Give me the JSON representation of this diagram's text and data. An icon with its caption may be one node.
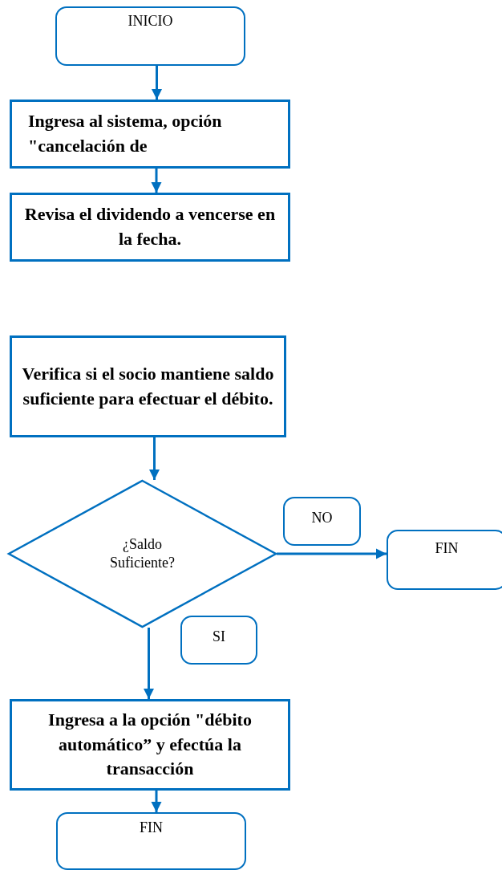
{
  "diagram": {
    "nodes": [
      {
        "text": [
          "INICIO"
        ]
      },
      {
        "text": [
          "Ingresa al sistema, opción \"cancelación de"
        ]
      },
      {
        "text": [
          "Revisa el dividendo a vencerse en la fecha."
        ]
      },
      {
        "text": [
          "Verifica si el socio mantiene saldo suficiente para efectuar el débito."
        ]
      },
      {
        "text": [
          "¿Saldo Suficiente?"
        ]
      },
      {
        "text": [
          "NO"
        ]
      },
      {
        "text": [
          "FIN"
        ]
      },
      {
        "text": [
          "SI"
        ]
      },
      {
        "text": [
          "Ingresa a la opción \"débito automático” y efectúa la transacción"
        ]
      },
      {
        "text": [
          "FIN"
        ]
      }
    ],
    "edges": [
      {
        "from": 0,
        "to": 1,
        "arrow": "to"
      },
      {
        "from": 1,
        "to": 2,
        "arrow": "to"
      },
      {
        "from": 3,
        "to": 4,
        "arrow": "to"
      },
      {
        "from": 4,
        "to": 6,
        "arrow": "to"
      },
      {
        "from": 4,
        "to": 8,
        "arrow": "to"
      },
      {
        "from": 8,
        "to": 9,
        "arrow": "to"
      }
    ]
  }
}
